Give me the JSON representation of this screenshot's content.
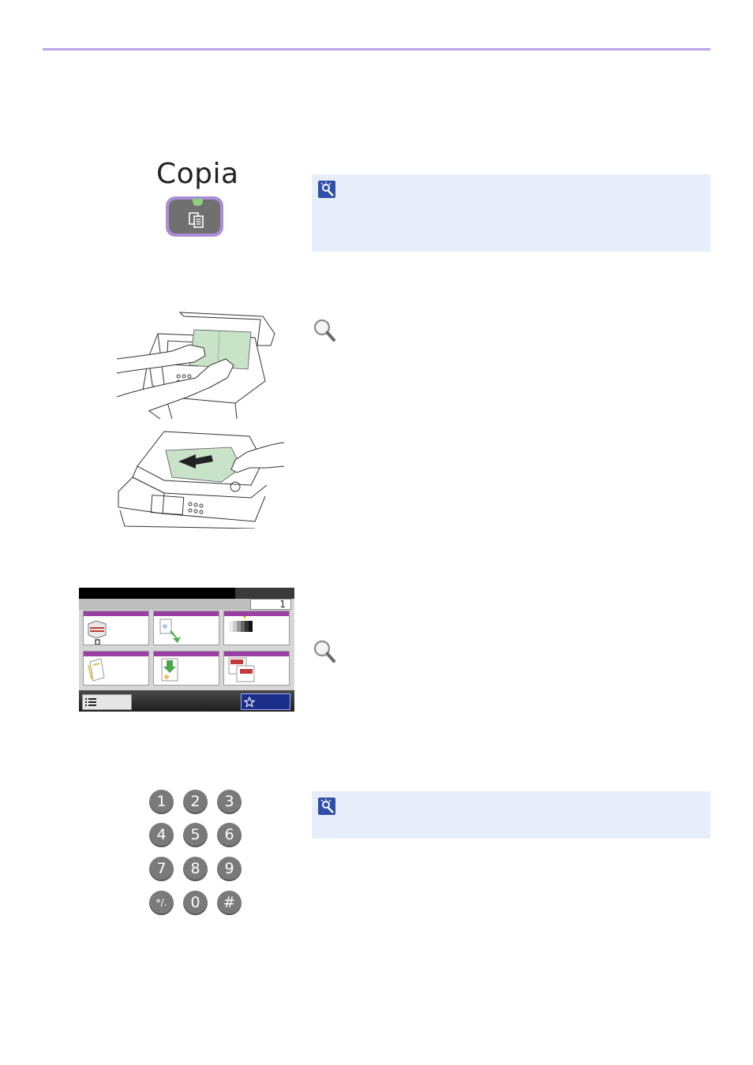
{
  "header": {
    "rule_color": "#b9a6e6"
  },
  "copia_key": {
    "label": "Copia",
    "icon": "copy-icon",
    "key_color": "#707070",
    "frame_color": "#a98dd6",
    "led_color": "#8fd07a"
  },
  "note_boxes": [
    {
      "icon": "note-icon",
      "background": "#e8edfa"
    },
    {
      "icon": "note-icon",
      "background": "#e8edfa"
    }
  ],
  "references": [
    {
      "icon": "magnifier-icon"
    },
    {
      "icon": "magnifier-icon"
    }
  ],
  "illustrations": [
    {
      "name": "platen-placement-illustration",
      "paper_color": "#c9e3c9"
    },
    {
      "name": "document-processor-illustration",
      "paper_color": "#c9e3c9"
    }
  ],
  "touch_panel": {
    "copy_count": "1",
    "tile_accent": "#9a3fa3",
    "tiles": [
      {
        "icon": "paper-selection-icon"
      },
      {
        "icon": "zoom-icon"
      },
      {
        "icon": "density-icon"
      },
      {
        "icon": "duplex-icon"
      },
      {
        "icon": "combine-icon"
      },
      {
        "icon": "collate-icon"
      }
    ],
    "footer_left_icon": "list-icon",
    "footer_right_icon": "favorite-star-icon"
  },
  "keypad": {
    "keys": [
      "1",
      "2",
      "3",
      "4",
      "5",
      "6",
      "7",
      "8",
      "9",
      "*/.",
      "0",
      "#"
    ]
  }
}
